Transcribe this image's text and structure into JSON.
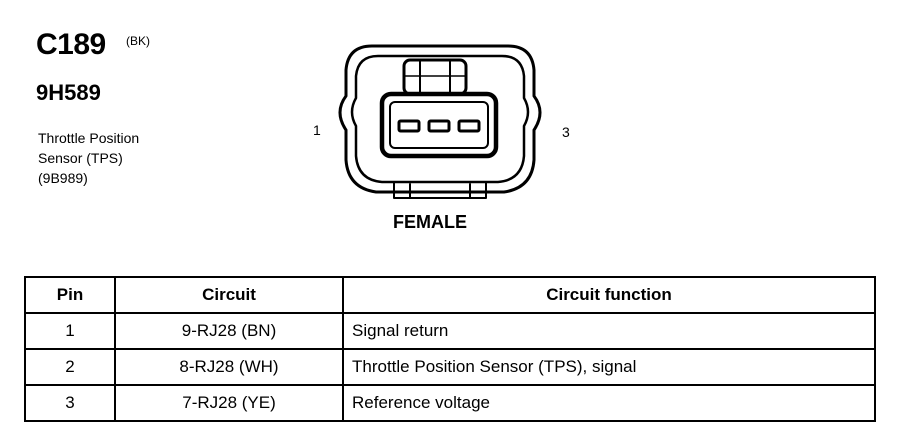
{
  "connector": {
    "id": "C189",
    "color_code": "(BK)",
    "part_number": "9H589",
    "description_lines": [
      "Throttle Position",
      "Sensor (TPS)",
      "(9B989)"
    ],
    "pin_left_label": "1",
    "pin_right_label": "3",
    "gender": "FEMALE"
  },
  "table": {
    "headers": [
      "Pin",
      "Circuit",
      "Circuit function"
    ],
    "rows": [
      {
        "pin": "1",
        "circuit": "9-RJ28 (BN)",
        "function": "Signal return"
      },
      {
        "pin": "2",
        "circuit": "8-RJ28 (WH)",
        "function": "Throttle Position Sensor (TPS), signal"
      },
      {
        "pin": "3",
        "circuit": "7-RJ28 (YE)",
        "function": "Reference voltage"
      }
    ]
  }
}
